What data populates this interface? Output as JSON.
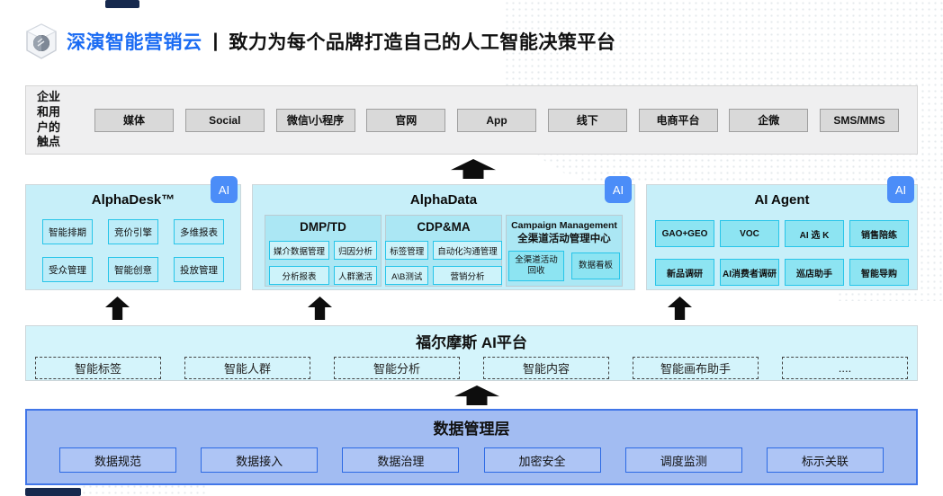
{
  "header": {
    "brand": "深演智能营销云",
    "separator": "|",
    "tagline": "致力为每个品牌打造自己的人工智能决策平台"
  },
  "touchpoints": {
    "label_lines": [
      "企业",
      "和用",
      "户的",
      "触点"
    ],
    "items": [
      "媒体",
      "Social",
      "微信\\小程序",
      "官网",
      "App",
      "线下",
      "电商平台",
      "企微",
      "SMS/MMS"
    ]
  },
  "panels": {
    "ai_badge": "AI",
    "alphadesk": {
      "title": "AlphaDesk™",
      "items": [
        "智能排期",
        "竞价引擎",
        "多维报表",
        "受众管理",
        "智能创意",
        "投放管理"
      ]
    },
    "alphadata": {
      "title": "AlphaData",
      "dmp": {
        "title": "DMP/TD",
        "items": [
          "媒介数据管理",
          "归因分析",
          "分析报表",
          "人群激活"
        ]
      },
      "cdp": {
        "title": "CDP&MA",
        "items": [
          "标签管理",
          "自动化沟通管理",
          "A\\B测试",
          "营销分析"
        ]
      },
      "campaign": {
        "title_en": "Campaign Management",
        "title_zh": "全渠道活动管理中心",
        "items": [
          "全渠道活动\n回收",
          "数据看板"
        ]
      }
    },
    "ai_agent": {
      "title": "AI Agent",
      "items": [
        "GAO+GEO",
        "VOC",
        "AI 选 K",
        "销售陪练",
        "新品调研",
        "AI消费者调研",
        "巡店助手",
        "智能导购"
      ]
    }
  },
  "ai_platform": {
    "title": "福尔摩斯 AI平台",
    "items": [
      "智能标签",
      "智能人群",
      "智能分析",
      "智能内容",
      "智能画布助手",
      "...."
    ]
  },
  "data_layer": {
    "title": "数据管理层",
    "items": [
      "数据规范",
      "数据接入",
      "数据治理",
      "加密安全",
      "调度监测",
      "标示关联"
    ]
  },
  "colors": {
    "brand_blue": "#1a6bf3",
    "badge_blue": "#4b8df8",
    "cyan_border": "#27c5e9",
    "panel_cyan": "#c7eff9",
    "platform_cyan": "#d4f4fb",
    "data_layer_bg": "#a2bcf2",
    "data_layer_border": "#4176e8",
    "touchpoint_gray": "#d9d9d9",
    "arrow_black": "#0d0d0d"
  }
}
